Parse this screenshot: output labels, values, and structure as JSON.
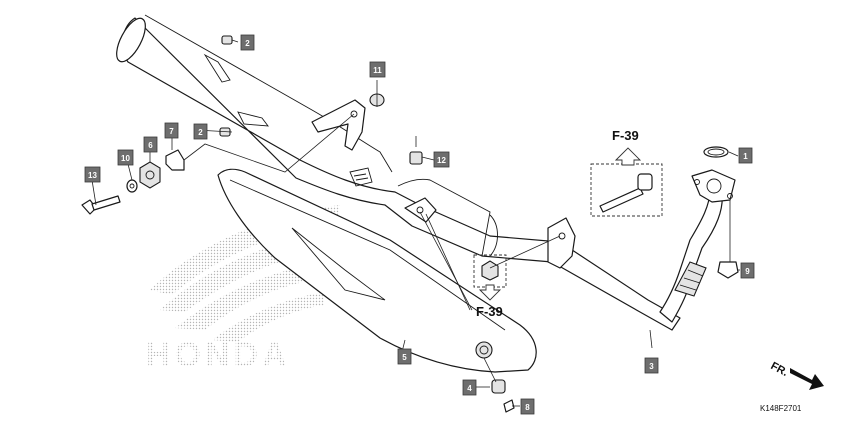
{
  "callouts": [
    "1",
    "2",
    "2",
    "3",
    "4",
    "5",
    "6",
    "7",
    "8",
    "9",
    "10",
    "11",
    "12",
    "13"
  ],
  "references": [
    "F-39",
    "F-39"
  ],
  "direction_label": "FR.",
  "diagram_code": "K148F2701",
  "watermark": "HONDA"
}
